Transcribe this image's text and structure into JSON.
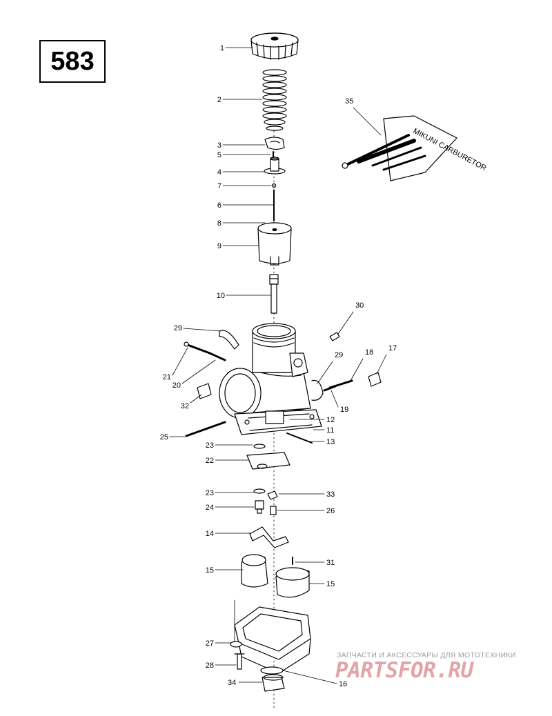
{
  "diagram_code": "583",
  "watermark": {
    "tagline": "ЗАПЧАСТИ И АКСЕССУАРЫ ДЛЯ МОТОТЕХНИКИ",
    "brand": "PARTSFOR.RU"
  },
  "kit_label": "MIKUNI CARBURETOR",
  "callouts": [
    {
      "id": "c1",
      "label": "1"
    },
    {
      "id": "c2",
      "label": "2"
    },
    {
      "id": "c3",
      "label": "3"
    },
    {
      "id": "c5",
      "label": "5"
    },
    {
      "id": "c4",
      "label": "4"
    },
    {
      "id": "c7",
      "label": "7"
    },
    {
      "id": "c6",
      "label": "6"
    },
    {
      "id": "c8",
      "label": "8"
    },
    {
      "id": "c9",
      "label": "9"
    },
    {
      "id": "c10",
      "label": "10"
    },
    {
      "id": "c30",
      "label": "30"
    },
    {
      "id": "c29a",
      "label": "29"
    },
    {
      "id": "c21",
      "label": "21"
    },
    {
      "id": "c20",
      "label": "20"
    },
    {
      "id": "c29b",
      "label": "29"
    },
    {
      "id": "c18",
      "label": "18"
    },
    {
      "id": "c17",
      "label": "17"
    },
    {
      "id": "c19",
      "label": "19"
    },
    {
      "id": "c32",
      "label": "32"
    },
    {
      "id": "c12",
      "label": "12"
    },
    {
      "id": "c11",
      "label": "11"
    },
    {
      "id": "c25",
      "label": "25"
    },
    {
      "id": "c13",
      "label": "13"
    },
    {
      "id": "c23a",
      "label": "23"
    },
    {
      "id": "c22",
      "label": "22"
    },
    {
      "id": "c23b",
      "label": "23"
    },
    {
      "id": "c33",
      "label": "33"
    },
    {
      "id": "c24",
      "label": "24"
    },
    {
      "id": "c26",
      "label": "26"
    },
    {
      "id": "c14",
      "label": "14"
    },
    {
      "id": "c31",
      "label": "31"
    },
    {
      "id": "c15a",
      "label": "15"
    },
    {
      "id": "c15b",
      "label": "15"
    },
    {
      "id": "c27",
      "label": "27"
    },
    {
      "id": "c28",
      "label": "28"
    },
    {
      "id": "c34",
      "label": "34"
    },
    {
      "id": "c16",
      "label": "16"
    },
    {
      "id": "c35",
      "label": "35"
    }
  ]
}
